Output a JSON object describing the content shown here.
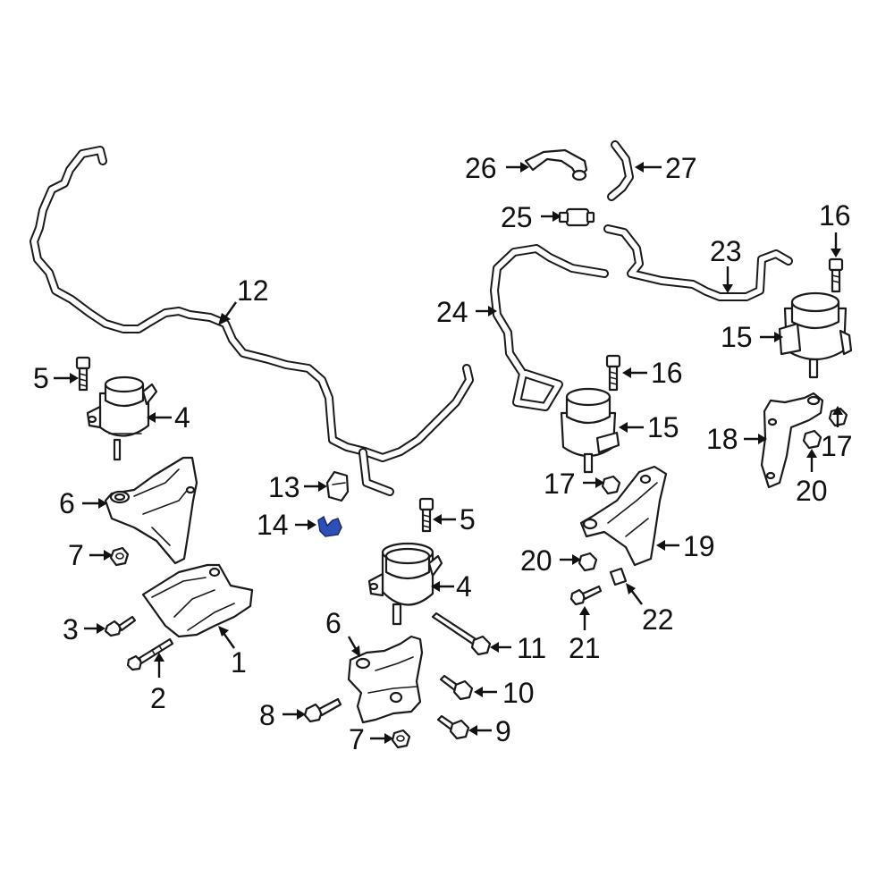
{
  "colors": {
    "background": "#ffffff",
    "line": "#1a1a1a",
    "highlight": "#2e4fb8"
  },
  "highlighted_part": "14",
  "callouts": [
    "1",
    "2",
    "3",
    "4",
    "4",
    "5",
    "5",
    "6",
    "6",
    "7",
    "7",
    "8",
    "9",
    "10",
    "11",
    "12",
    "13",
    "14",
    "15",
    "15",
    "16",
    "16",
    "17",
    "17",
    "18",
    "19",
    "20",
    "20",
    "21",
    "22",
    "23",
    "24",
    "25",
    "26",
    "27"
  ]
}
